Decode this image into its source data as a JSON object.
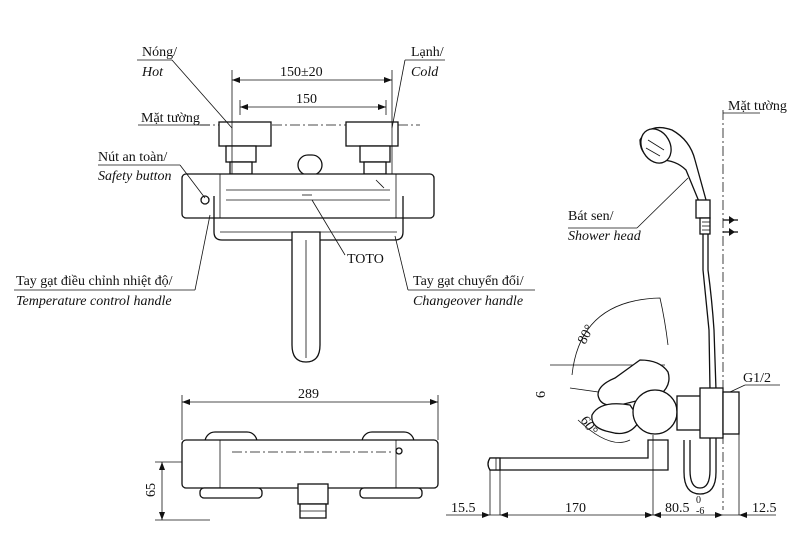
{
  "labels": {
    "hot_vi": "Nóng/",
    "hot_en": "Hot",
    "cold_vi": "Lạnh/",
    "cold_en": "Cold",
    "wall_left": "Mặt tường",
    "wall_right": "Mặt tường",
    "safety_vi": "Nút an toàn/",
    "safety_en": "Safety button",
    "temp_vi": "Tay gạt điều chỉnh nhiệt độ/",
    "temp_en": "Temperature control handle",
    "brand": "TOTO",
    "change_vi": "Tay gạt chuyển đổi/",
    "change_en": "Changeover handle",
    "shower_vi": "Bát sen/",
    "shower_en": "Shower head",
    "thread": "G1/2"
  },
  "dimensions": {
    "top_span": "150±20",
    "top_center": "150",
    "body_width": "289",
    "body_height": "65",
    "angle_80": "80°",
    "angle_6": "6",
    "angle_60": "60°",
    "side_15_5": "15.5",
    "side_170": "170",
    "side_80_5": "80.5",
    "tol_upper": "0",
    "tol_lower": "-6",
    "side_12_5": "12.5"
  }
}
